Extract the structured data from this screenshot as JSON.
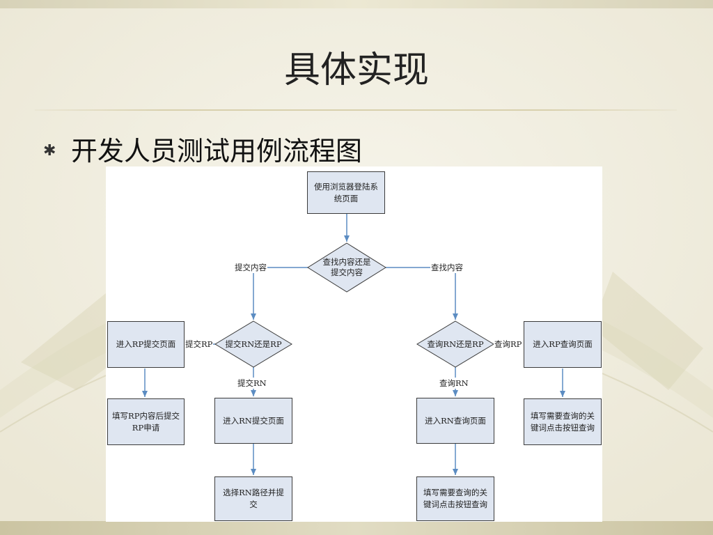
{
  "slide": {
    "title": "具体实现",
    "bullet_symbol": "✱",
    "subtitle": "开发人员测试用例流程图"
  },
  "flowchart": {
    "nodes": {
      "login": "使用浏览器登陆系统页面",
      "decision_main": "查找内容还是提交内容",
      "decision_submit": "提交RN还是RP",
      "decision_query": "查询RN还是RP",
      "enter_rp_submit": "进入RP提交页面",
      "fill_rp": "填写RP内容后提交RP申请",
      "enter_rn_submit": "进入RN提交页面",
      "select_rn_path": "选择RN路径并提交",
      "enter_rn_query": "进入RN查询页面",
      "fill_query_rn": "填写需要查询的关键词点击按钮查询",
      "enter_rp_query": "进入RP查询页面",
      "fill_query_rp": "填写需要查询的关键词点击按钮查询"
    },
    "edge_labels": {
      "submit_content": "提交内容",
      "query_content": "查找内容",
      "submit_rp": "提交RP",
      "submit_rn": "提交RN",
      "query_rn": "查询RN",
      "query_rp": "查询RP"
    }
  }
}
